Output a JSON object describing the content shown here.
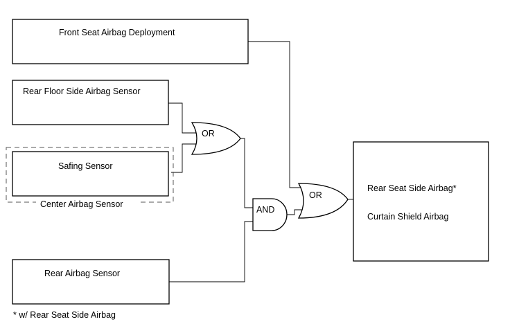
{
  "boxes": {
    "front_seat": "Front Seat Airbag Deployment",
    "rear_floor": "Rear Floor Side Airbag Sensor",
    "safing": "Safing Sensor",
    "rear_airbag": "Rear Airbag Sensor",
    "output_line1": "Rear Seat Side Airbag*",
    "output_line2": "Curtain Shield Airbag"
  },
  "group_label": "Center Airbag Sensor",
  "gates": {
    "or_top": "OR",
    "and": "AND",
    "or_final": "OR"
  },
  "footnote": "* w/ Rear Seat Side Airbag"
}
